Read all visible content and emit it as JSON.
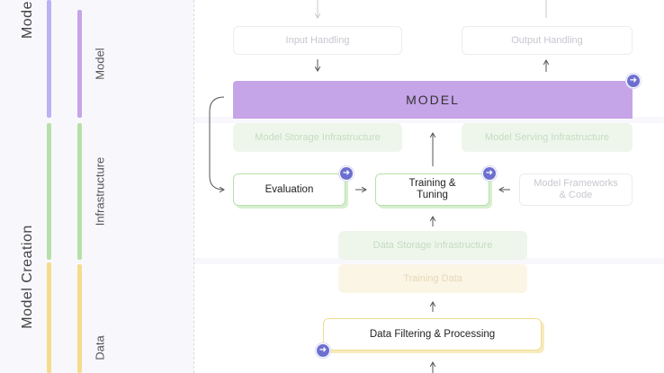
{
  "categories": {
    "model_creation": "Model Creation",
    "model": "Model"
  },
  "subcategories": {
    "model": "Model",
    "infrastructure": "Infrastructure",
    "data": "Data"
  },
  "nodes": {
    "input_handling": "Input Handling",
    "output_handling": "Output Handling",
    "model": "MODEL",
    "model_storage": "Model Storage Infrastructure",
    "model_serving": "Model Serving Infrastructure",
    "evaluation": "Evaluation",
    "training_tuning_1": "Training &",
    "training_tuning_2": "Tuning",
    "frameworks_1": "Model Frameworks",
    "frameworks_2": "& Code",
    "data_storage": "Data Storage Infrastructure",
    "training_data": "Training Data",
    "data_filtering": "Data Filtering & Processing"
  },
  "colors": {
    "model": "#c6a4e8",
    "model_stripe": "#b9a4f2",
    "infrastructure": "#b7e0a8",
    "data": "#f5dc8c",
    "badge": "#6d6fd0"
  },
  "icons": {
    "badge": "arrow-right-circle-icon"
  }
}
